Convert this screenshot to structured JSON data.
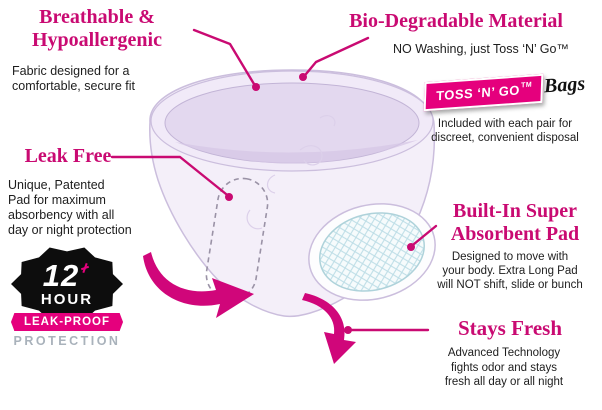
{
  "colors": {
    "accent": "#c90a72",
    "arrow_pink": "#d0067a",
    "badge_pink": "#e5007d",
    "seal_black": "#0d0d0d",
    "protection_grey": "#a9b2bb"
  },
  "callouts": {
    "breathable": {
      "title": "Breathable &\nHypoallergenic",
      "body": "Fabric designed for a\ncomfortable, secure fit"
    },
    "biodegradable": {
      "title": "Bio-Degradable Material",
      "body": "NO Washing, just Toss ‘N’ Go™"
    },
    "tossngo": {
      "brand": "TOSS ‘N’ GO",
      "tm": "TM",
      "bags": "Bags",
      "note": "Included with each pair for\ndiscreet, convenient disposal"
    },
    "leakfree": {
      "title": "Leak Free",
      "body": "Unique, Patented\nPad for maximum\nabsorbency with all\nday or night protection"
    },
    "pad": {
      "title": "Built-In Super\nAbsorbent Pad",
      "body": "Designed to move with\nyour body.  Extra Long Pad\nwill NOT shift, slide or bunch"
    },
    "staysfresh": {
      "title": "Stays Fresh",
      "body": "Advanced Technology\nfights odor and stays\nfresh all day or all night"
    }
  },
  "badge12": {
    "hours": "12",
    "hour_label": "HOUR",
    "ribbon": "LEAK-PROOF",
    "protection": "PROTECTION"
  }
}
